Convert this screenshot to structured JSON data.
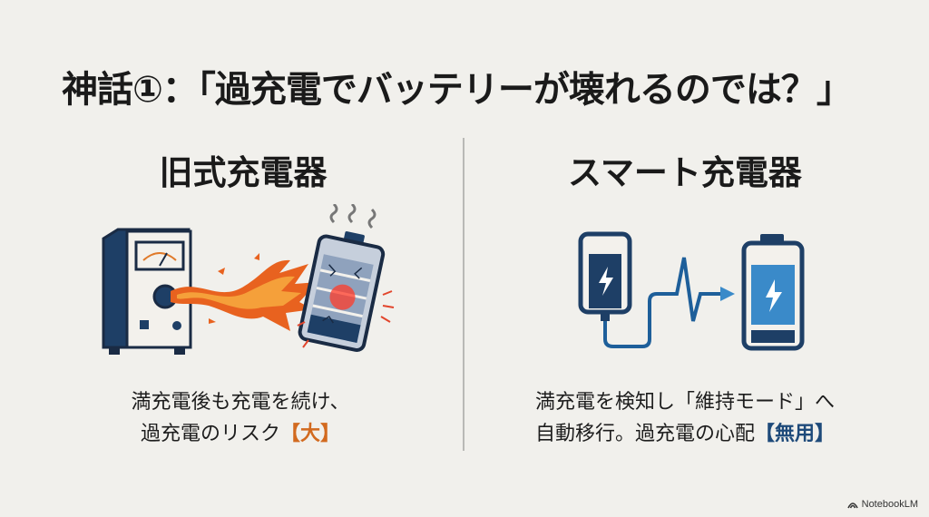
{
  "slide": {
    "title": "神話①：「過充電でバッテリーが壊れるのでは？」",
    "left": {
      "heading": "旧式充電器",
      "illustration": "old-charger-overheating-battery",
      "desc_line1": "満充電後も充電を続け、",
      "desc_line2_prefix": "過充電のリスク",
      "desc_line2_highlight": "【大】",
      "highlight_color": "#d26a1f"
    },
    "right": {
      "heading": "スマート充電器",
      "illustration": "smart-charger-to-battery",
      "desc_line1": "満充電を検知し「維持モード」へ",
      "desc_line2_prefix": "自動移行。過充電の心配",
      "desc_line2_highlight": "【無用】",
      "highlight_color": "#1e4a7a"
    }
  },
  "branding": {
    "label": "NotebookLM",
    "icon": "notebooklm-logo-icon"
  },
  "colors": {
    "background": "#f1f0ec",
    "navy": "#1e3f66",
    "flame": "#e8621f",
    "divider": "#b9b9b6"
  }
}
